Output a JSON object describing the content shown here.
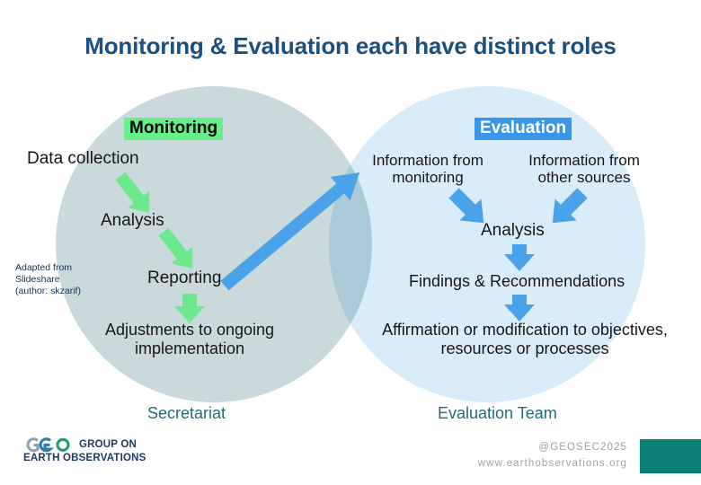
{
  "slide": {
    "title": "Monitoring & Evaluation each have distinct roles",
    "title_color": "#1b4f7e",
    "background": "#ffffff"
  },
  "diagram": {
    "type": "venn-two-circle-process",
    "left_circle": {
      "fill": "#c9d9dc",
      "header": {
        "label": "Monitoring",
        "highlight_color": "#66f08a",
        "text_color": "#000000"
      },
      "steps": [
        "Data collection",
        "Analysis",
        "Reporting",
        "Adjustments to ongoing implementation"
      ],
      "arrow_color": "#6ee88c",
      "role_label": "Secretariat"
    },
    "right_circle": {
      "fill": "#d9ecfa",
      "header": {
        "label": "Evaluation",
        "highlight_color": "#3a96e8",
        "text_color": "#ffffff"
      },
      "inputs": [
        "Information from monitoring",
        "Information from other sources"
      ],
      "steps": [
        "Analysis",
        "Findings & Recommendations",
        "Affirmation or modification to objectives, resources or processes"
      ],
      "arrow_color": "#4aa3e8",
      "role_label": "Evaluation Team"
    },
    "bridge_arrow": {
      "from": "Reporting",
      "to": "Information from monitoring",
      "color": "#4aa3e8"
    },
    "attribution": "Adapted from\nSlideshare\n(author: skzarif)",
    "role_label_color": "#1f6e77"
  },
  "footer": {
    "logo": {
      "mark": "GEO",
      "line1": "GROUP ON",
      "line2": "EARTH OBSERVATIONS",
      "color": "#1f3864"
    },
    "handle": "@GEOSEC2025",
    "website": "www.earthobservations.org",
    "accent_block_color": "#0b8076"
  }
}
